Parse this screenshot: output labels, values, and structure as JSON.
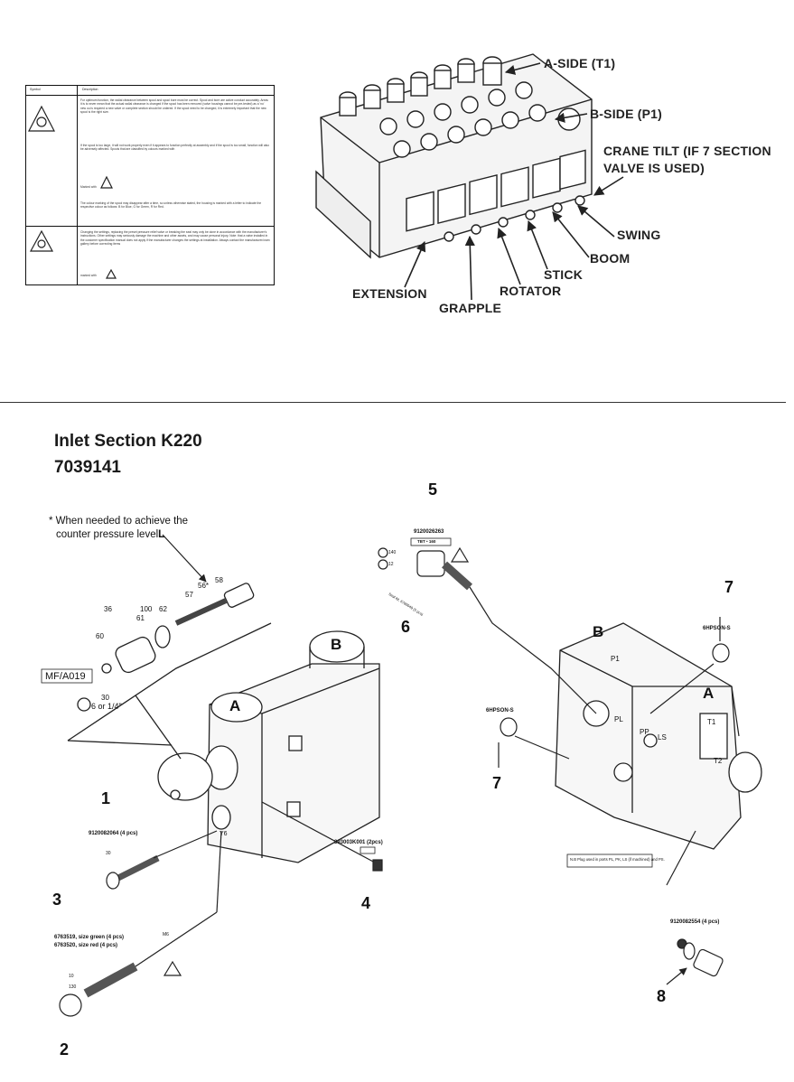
{
  "symbol_table": {
    "header_symbol": "Symbol",
    "header_description": "Description",
    "row1_text": [
      "For optimum function, the radial clearance between spool and spool bore must be correct. Spool and bore are active conduct accurately. Areas it is is never mean that the actual radial clearance is changed if the spool has been removed (valve housings cannot be pre-tested) as a 'no' new ou is required a new valve or complete section should be ordered. If the spool need to be changed, it is extremely important that the new spool is the right size.",
      "If the spool is too large, it will not work properly even if it appears to function perfectly at assembly and if the spool is too small, function will also be adversely affected. Spools that are classified by colours marked with",
      "The colour marking of the spool may disappear after a time, so unless otherwise stated, the housing is marked with a letter to indicate the respective colour as follows: B for Blue, G for Green, R for Red."
    ],
    "marked_label": "Marked with",
    "row2_text": [
      "Changing the settings, replacing the preset pressure relief valve or breaking the seal may only be done in accordance with the manufacturer's instructions. Other settings may seriously damage the machine and other assets, and may cause personal injury. Note: that a valve installed in the customer specification manual does not apply if the manufacturer changes the settings at installation. Always contact the manufacturer/cram gallery before correcting items"
    ],
    "row2_marked": "marked with"
  },
  "valve_labels": {
    "a_side": "A-SIDE (T1)",
    "b_side": "B-SIDE (P1)",
    "crane_tilt_1": "CRANE TILT (IF 7 SECTION",
    "crane_tilt_2": "VALVE IS USED)",
    "swing": "SWING",
    "boom": "BOOM",
    "stick": "STICK",
    "rotator": "ROTATOR",
    "grapple": "GRAPPLE",
    "extension": "EXTENSION"
  },
  "section": {
    "title": "Inlet Section K220",
    "part_number": "7039141"
  },
  "note": {
    "line1": "* When needed to achieve the",
    "line2": "counter pressure level",
    "line2_suffix": "L"
  },
  "callouts": {
    "n1": "1",
    "n2": "2",
    "n3": "3",
    "n4": "4",
    "n5": "5",
    "n6": "6",
    "n7a": "7",
    "n7b": "7",
    "n8": "8"
  },
  "part_labels": {
    "p1": "9120082064 (4 pcs)",
    "p3a": "6763519, size green (4 pcs)",
    "p3b": "6763520, size red (4 pcs)",
    "p4": "393003K001 (2pcs)",
    "p5": "9120026263",
    "p5_box": "TBT • 160",
    "p7a": "6HPSON-S",
    "p7b": "6HPSON-S",
    "p8": "9120082554 (4 pcs)",
    "p8_note": "N.B Plug used in ports PL, PK, LS (if machined) and PS.",
    "p6_side": "Seal kit, 6760049 (5 pcs)",
    "mf": "MF/A019",
    "or_size": "6 or 1/4\"",
    "callout_56": "56*",
    "callout_57": "57",
    "callout_58": "58",
    "callout_60": "60",
    "callout_61": "61",
    "callout_62": "62",
    "callout_36": "36",
    "callout_100": "100",
    "callout_30": "30",
    "torque_30": "30",
    "torque_10": "10",
    "torque_12": "12",
    "torque_130": "130",
    "torque_140": "140",
    "ms": "M6",
    "y6": "Y6"
  },
  "body_labels": {
    "A_left": "A",
    "B_left": "B",
    "A_right": "A",
    "B_right": "B",
    "P1": "P1",
    "T1": "T1",
    "T2": "T2",
    "PL": "PL",
    "LS": "LS",
    "PP": "PP"
  }
}
